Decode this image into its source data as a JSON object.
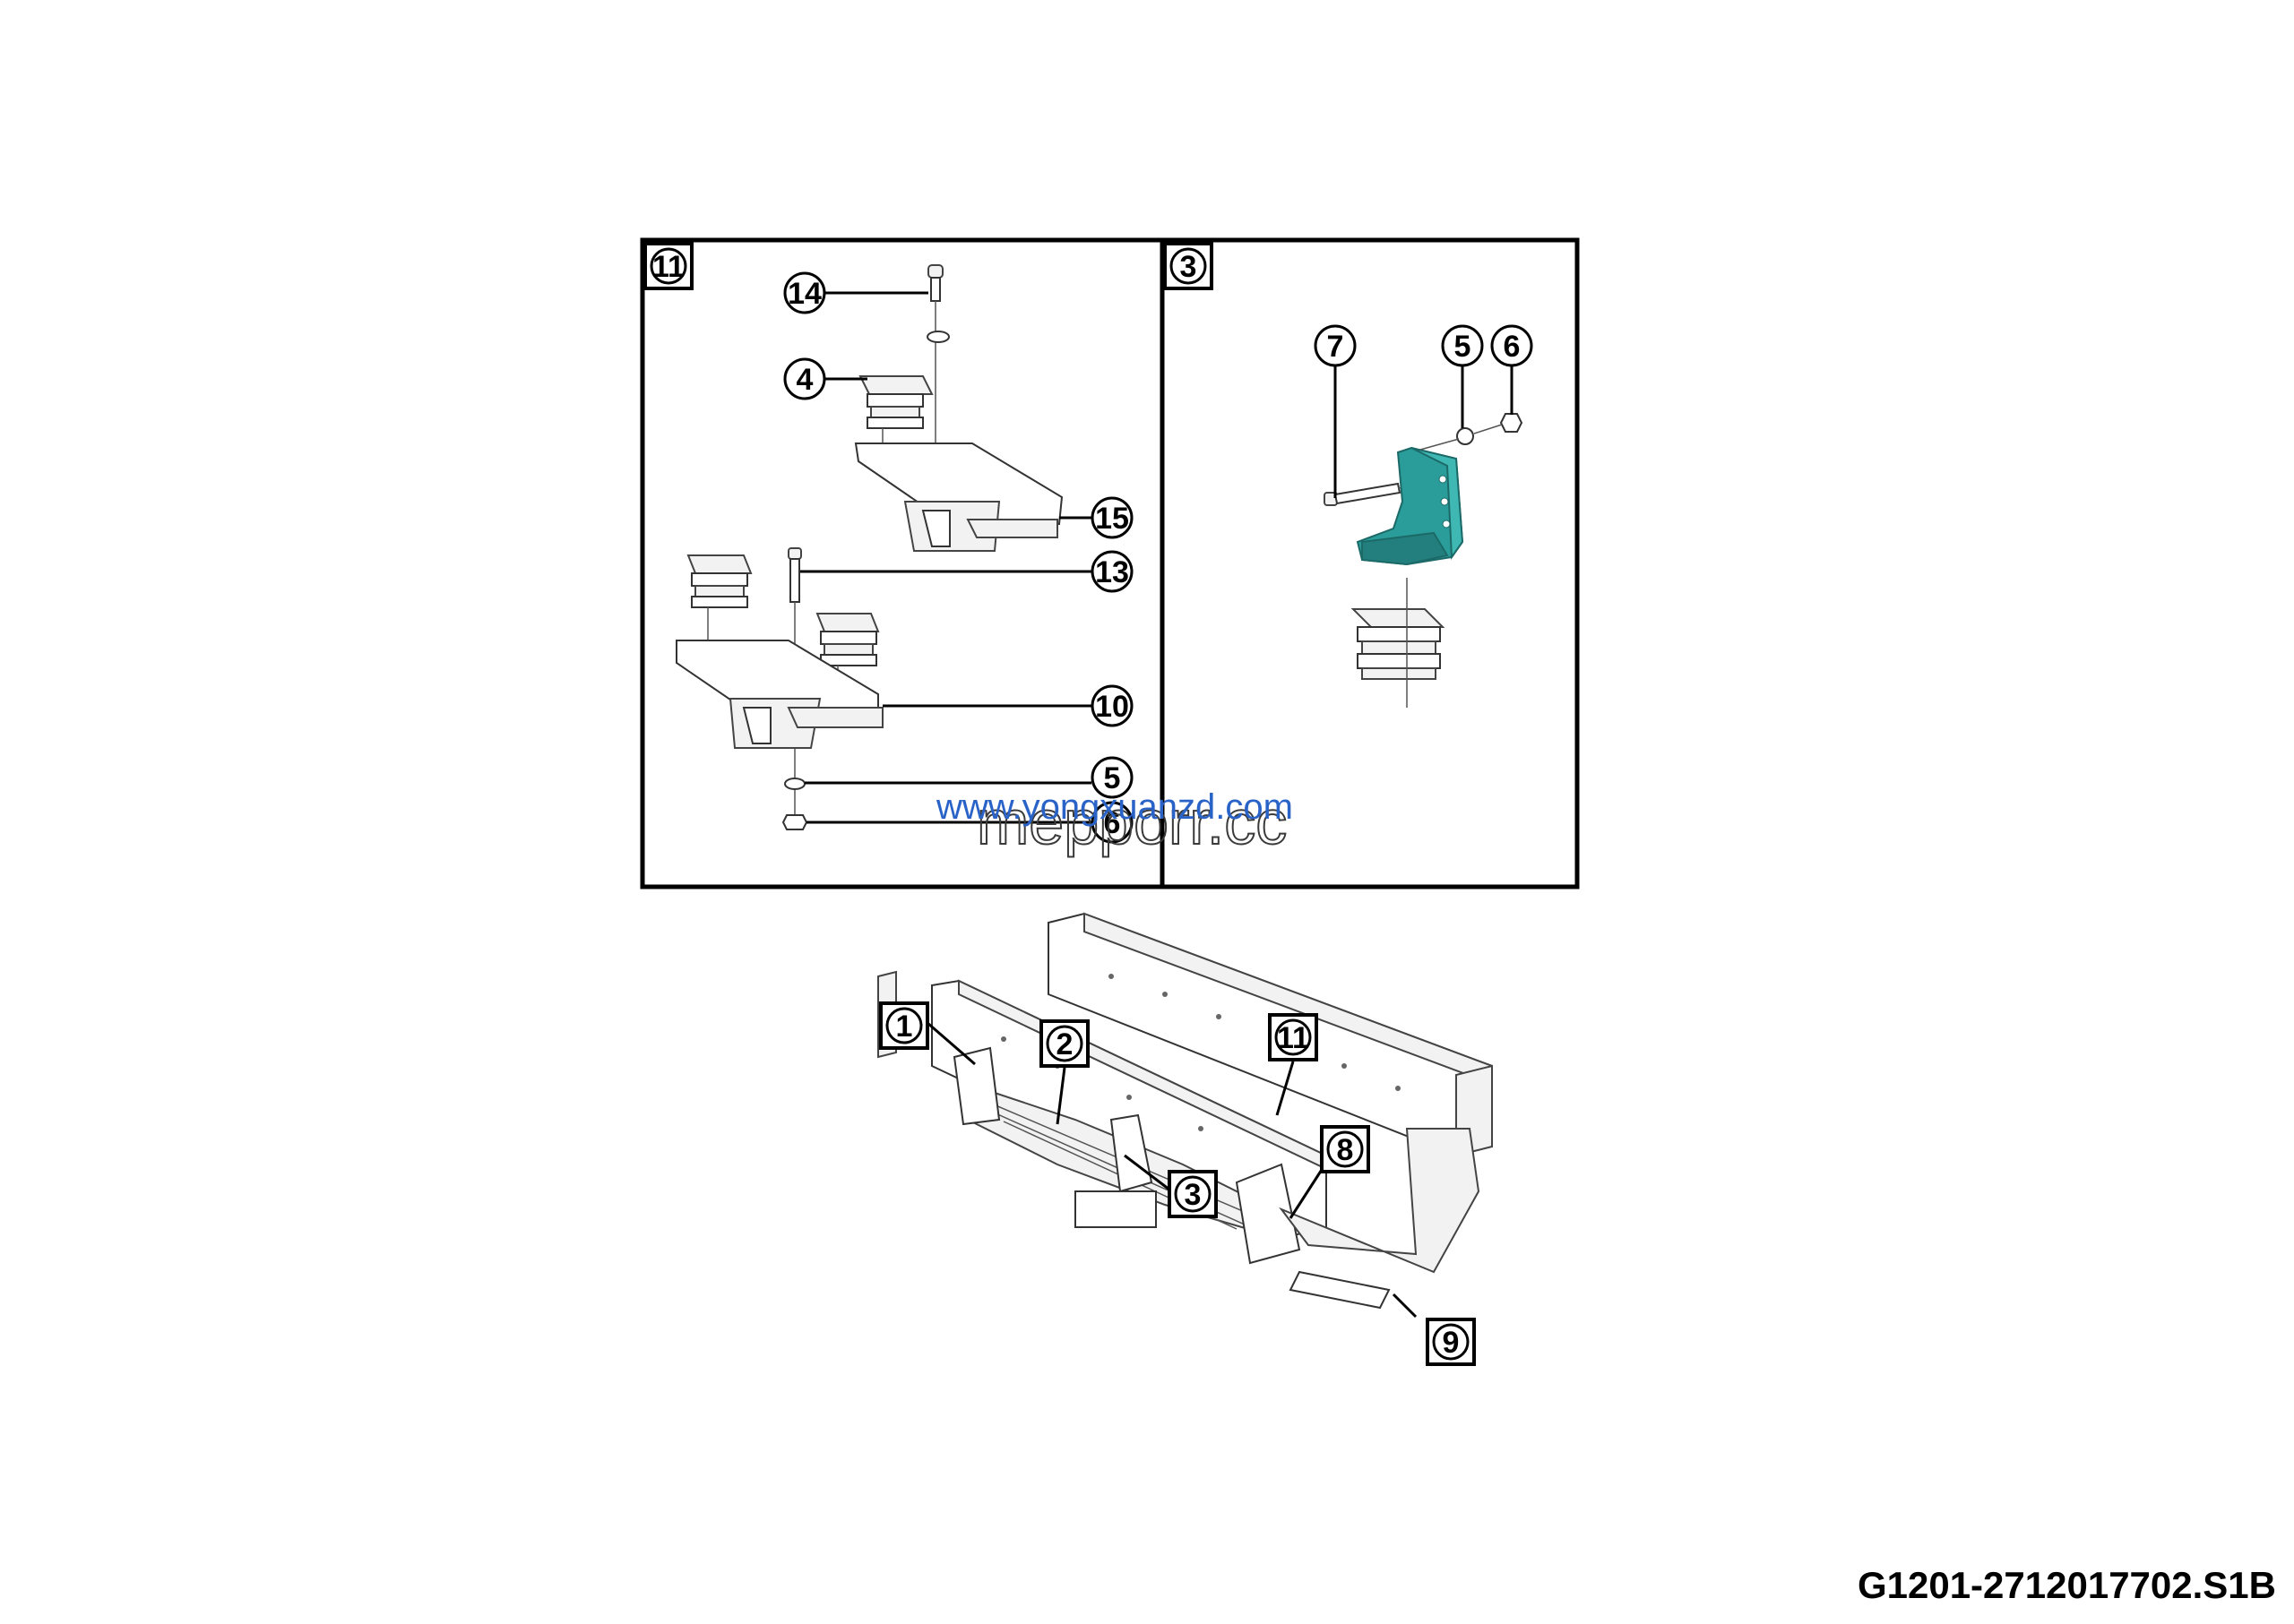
{
  "diagram": {
    "document_code": "G1201-2712017702.S1B",
    "watermarks": [
      "www.yongxuanzd.com",
      "mepporr.cc"
    ],
    "highlight_color": "#2a9d9a",
    "panel_left": {
      "badge": "11",
      "callouts": [
        "14",
        "4",
        "15",
        "13",
        "10",
        "5",
        "6"
      ]
    },
    "panel_right": {
      "badge": "3",
      "callouts": [
        "7",
        "5",
        "6"
      ]
    },
    "assembly": {
      "callouts": [
        "1",
        "2",
        "11",
        "8",
        "3",
        "9"
      ]
    }
  }
}
